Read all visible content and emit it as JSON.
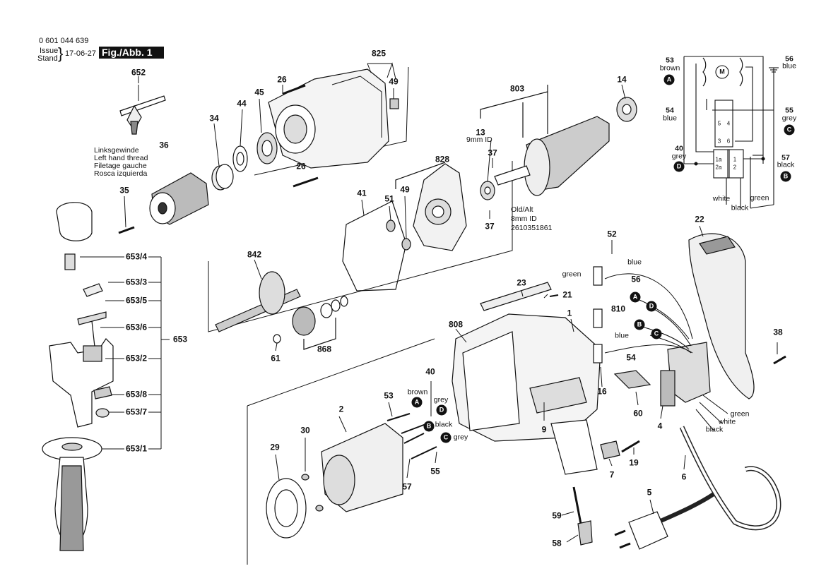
{
  "header": {
    "part_number": "0 601 044 639",
    "issue_label": "Issue",
    "stand_label": "Stand",
    "date": "17-06-27",
    "figure": "Fig./Abb. 1"
  },
  "notes": {
    "thread": [
      "Linksgewinde",
      "Left hand thread",
      "Filetage gauche",
      "Rosca izquierda"
    ],
    "bearing_id": "9mm ID",
    "old_alt": [
      "Old/Alt",
      "8mm ID",
      "2610351861"
    ]
  },
  "wire_colors": {
    "brown": "brown",
    "grey": "grey",
    "black": "black",
    "blue": "blue",
    "green": "green",
    "white": "white"
  },
  "schematic": {
    "motor": "M",
    "switch_top": [
      "5",
      "4"
    ],
    "switch_bot": [
      "3",
      "6"
    ],
    "terminals_left": [
      "1a",
      "2a"
    ],
    "terminals_right": [
      "1",
      "2"
    ],
    "labels": {
      "53": "53",
      "54": "54",
      "55": "55",
      "56": "56",
      "57": "57",
      "40": "40"
    }
  },
  "markers": {
    "A": "A",
    "B": "B",
    "C": "C",
    "D": "D"
  },
  "parts": {
    "p652": "652",
    "p26a": "26",
    "p26b": "26",
    "p825": "825",
    "p49a": "49",
    "p45": "45",
    "p44": "44",
    "p34": "34",
    "p36": "36",
    "p35": "35",
    "p803": "803",
    "p14": "14",
    "p13": "13",
    "p37a": "37",
    "p37b": "37",
    "p828": "828",
    "p41": "41",
    "p51": "51",
    "p49b": "49",
    "p842": "842",
    "p653_4": "653/4",
    "p653_3": "653/3",
    "p653_5": "653/5",
    "p653_6": "653/6",
    "p653": "653",
    "p653_2": "653/2",
    "p653_8": "653/8",
    "p653_7": "653/7",
    "p653_1": "653/1",
    "p61": "61",
    "p868": "868",
    "p23": "23",
    "p21": "21",
    "p808": "808",
    "p1": "1",
    "p52": "52",
    "p56": "56",
    "p810": "810",
    "p54": "54",
    "p16": "16",
    "p60": "60",
    "p4": "4",
    "p22": "22",
    "p38": "38",
    "p40": "40",
    "p53": "53",
    "p2": "2",
    "p30": "30",
    "p29": "29",
    "p57": "57",
    "p55": "55",
    "p9": "9",
    "p7": "7",
    "p19": "19",
    "p6": "6",
    "p5": "5",
    "p59": "59",
    "p58": "58"
  }
}
